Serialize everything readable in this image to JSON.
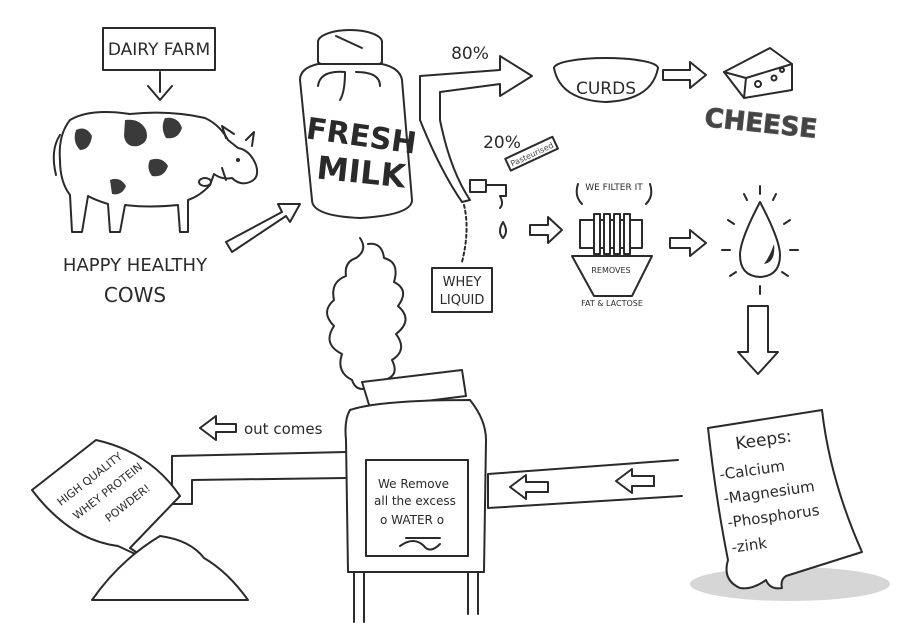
{
  "labels": {
    "dairy_farm": "DAIRY FARM",
    "cows_line1": "HAPPY HEALTHY",
    "cows_line2": "COWS",
    "milk_line1": "FRESH",
    "milk_line2": "MILK",
    "percent_curds": "80%",
    "percent_whey": "20%",
    "curds": "CURDS",
    "cheese": "CHEESE",
    "pasteurised_tag": "Pasteurised",
    "whey_line1": "WHEY",
    "whey_line2": "LIQUID",
    "filter_title": "WE FILTER IT",
    "filter_removes": "REMOVES",
    "filter_removed_items": "FAT & LACTOSE",
    "out_comes": "out comes",
    "dryer_line1": "We Remove",
    "dryer_line2": "all the excess",
    "dryer_line3": "o WATER o",
    "keeps_title": "Keeps:",
    "keeps_items": [
      "-Calcium",
      "-Magnesium",
      "-Phosphorus",
      "-zink"
    ],
    "bubble_line1": "HIGH QUALITY",
    "bubble_line2": "WHEY PROTEIN",
    "bubble_line3": "POWDER!"
  },
  "colors": {
    "ink": "#2a2a2a",
    "shadow": "#d6d6d6",
    "paper": "#ffffff"
  }
}
